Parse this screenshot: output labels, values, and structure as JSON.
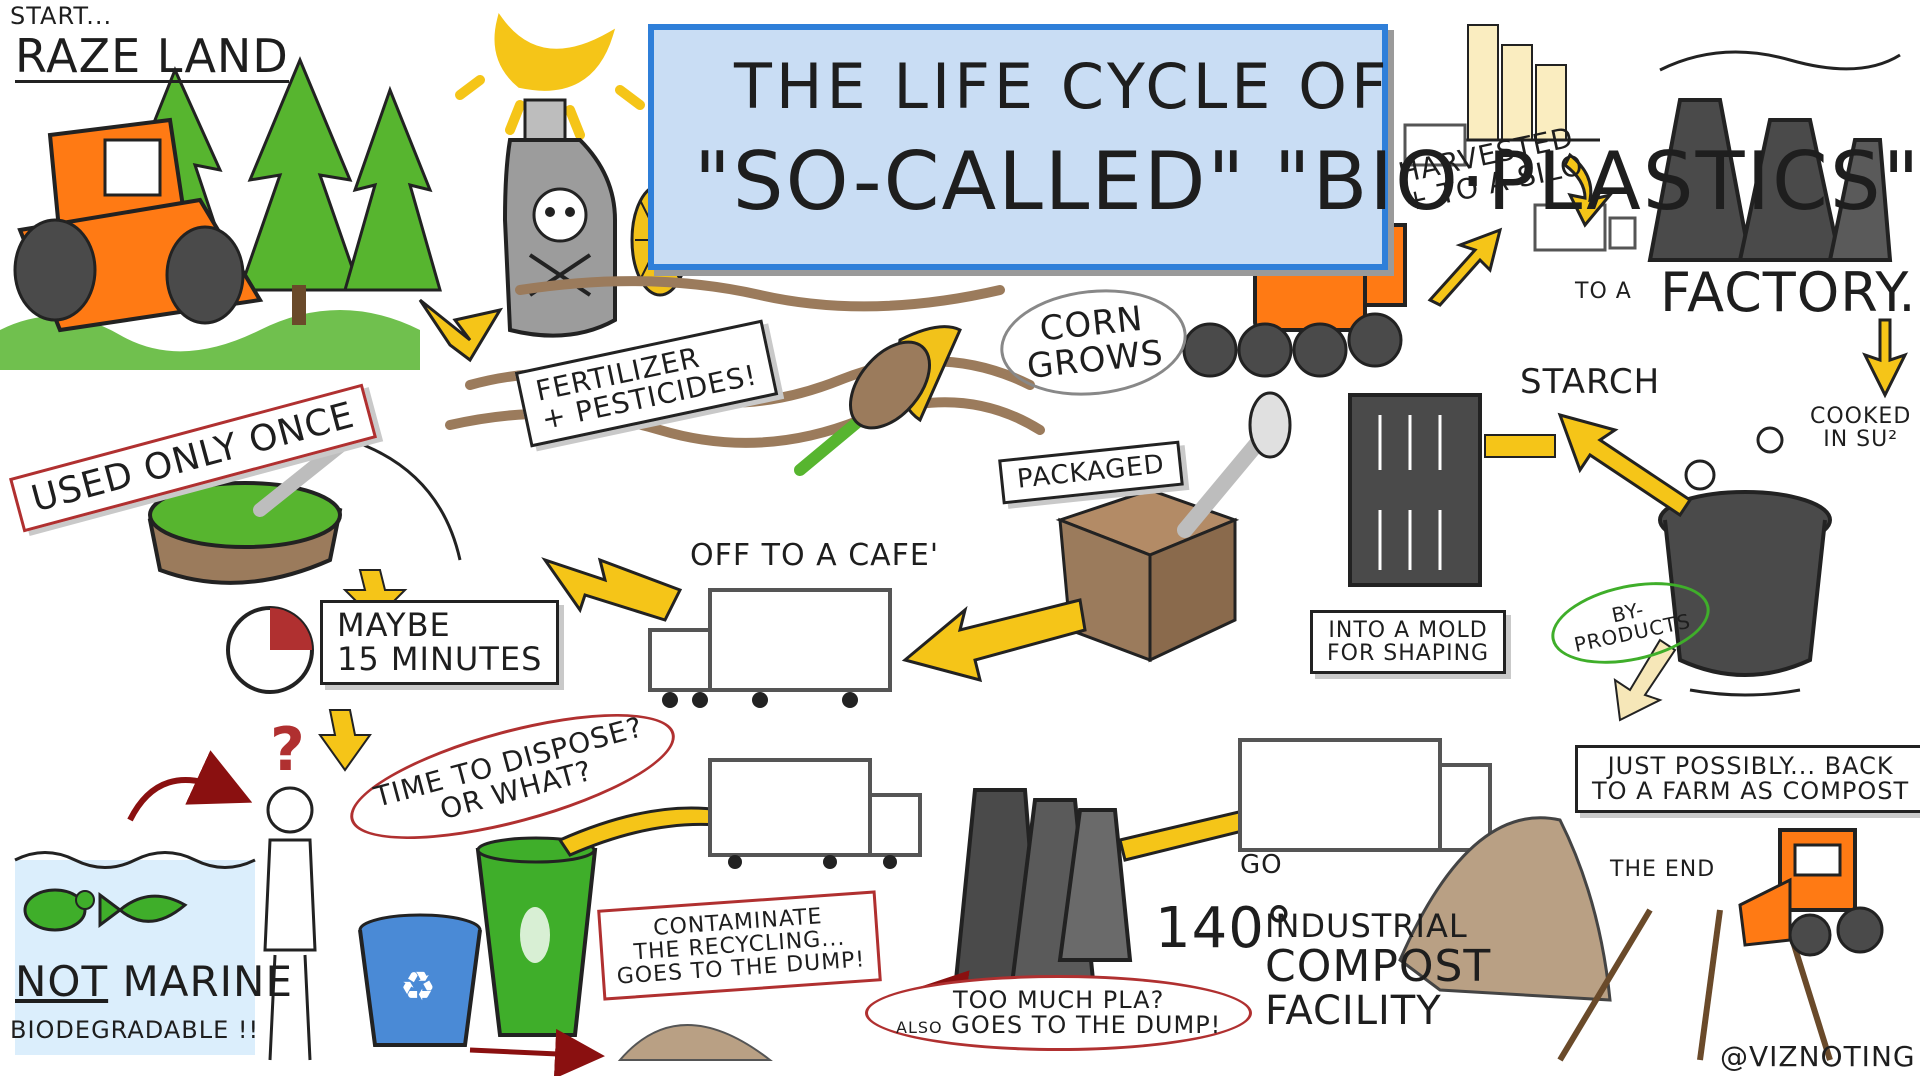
{
  "title": {
    "line1": "THE LIFE CYCLE OF",
    "line2": "\"SO-CALLED\" \"BiO·PLASTiCS\""
  },
  "steps": {
    "start": "START...",
    "raze_land": "RAZE LAND",
    "fertilizer_line1": "FERTILIZER",
    "fertilizer_line2": "+ PESTICIDES!",
    "corn_line1": "CORN",
    "corn_line2": "GROWS",
    "harvested_line1": "HARVESTED",
    "harvested_line2": "+ TO A SILO",
    "to_a": "TO A",
    "factory": "FACTORY.",
    "cooked_line1": "COOKED",
    "cooked_line2": "IN SU²",
    "starch": "STARCH",
    "byproducts_line1": "BY-",
    "byproducts_line2": "PRODUCTS",
    "mold_line1": "INTO A MOLD",
    "mold_line2": "FOR SHAPING",
    "packaged": "PACKAGED",
    "cafe": "OFF TO A CAFE'",
    "used_once": "USED ONLY ONCE",
    "maybe_line1": "MAYBE",
    "maybe_line2": "15 MINUTES",
    "dispose_line1": "TIME TO DISPOSE?",
    "dispose_line2": "OR WHAT?",
    "not_marine_not": "NOT",
    "not_marine_rest": "MARINE",
    "biodegradable": "BIODEGRADABLE !!",
    "contaminate_line1": "CONTAMINATE",
    "contaminate_line2": "THE RECYCLING...",
    "contaminate_line3": "GOES TO THE DUMP!",
    "too_much_line1": "TOO MUCH PLA?",
    "too_much_also": "ALSO",
    "too_much_line2": "GOES TO THE DUMP!",
    "compost_temp": "140°",
    "compost_line1": "INDUSTRIAL",
    "compost_line2": "COMPOST",
    "compost_line3": "FACILITY",
    "possibly_line1": "JUST POSSIBLY... BACK",
    "possibly_line2": "TO A FARM AS COMPOST",
    "the_end": "THE END",
    "go": "GO"
  },
  "credit": "@VIZNOTING",
  "colors": {
    "title_fill": "#c9ddf4",
    "title_border": "#2f7fd9",
    "bulldozer": "#ff7a14",
    "tree_green": "#57b52f",
    "arrow_yellow": "#f5c518",
    "corn_yellow": "#f2c21a",
    "box_brown": "#9b7b5c",
    "bubble_red": "#b03030",
    "cup_green": "#3fae2a",
    "bin_blue": "#4a8ad6",
    "water_blue": "#dbeefc",
    "dark_gray": "#4a4a4a"
  },
  "icons": [
    "sun-icon",
    "skull-icon",
    "bottle-icon",
    "corn-icon",
    "bulldozer-icon",
    "silo-icon",
    "truck-icon",
    "factory-icon",
    "pot-icon",
    "mold-icon",
    "box-icon",
    "bowl-icon",
    "clock-icon",
    "person-icon",
    "cup-icon",
    "recycle-bin-icon",
    "turtle-icon",
    "fish-icon",
    "dirt-pile-icon",
    "tractor-icon"
  ]
}
